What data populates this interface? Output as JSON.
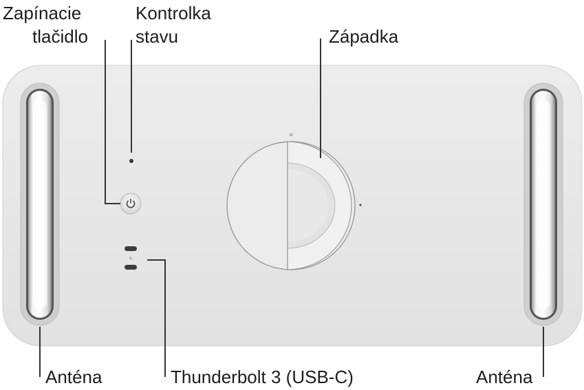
{
  "labels": {
    "power_button": [
      "Zapínacie",
      "tlačidlo"
    ],
    "status_light": [
      "Kontrolka",
      "stavu"
    ],
    "latch": "Západka",
    "antenna_left": "Anténa",
    "thunderbolt": "Thunderbolt 3 (USB-C)",
    "antenna_right": "Anténa"
  },
  "colors": {
    "body_fill": "#e8e8e8",
    "leader_line": "#333333",
    "text": "#1d1d1f"
  }
}
